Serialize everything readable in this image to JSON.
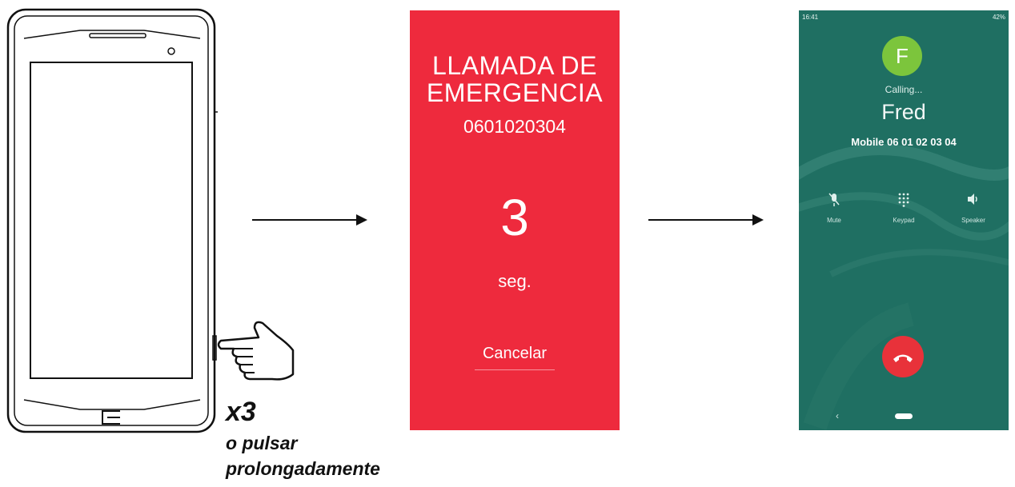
{
  "instruction": {
    "count": "x3",
    "line1": "o pulsar",
    "line2": "prolongadamente"
  },
  "emergency_screen": {
    "title_line1": "LLAMADA DE",
    "title_line2": "EMERGENCIA",
    "number": "0601020304",
    "countdown": "3",
    "countdown_unit": "seg.",
    "cancel": "Cancelar",
    "color": "#ee2a3d"
  },
  "call_screen": {
    "status_time": "16:41",
    "status_battery": "42%",
    "avatar_letter": "F",
    "status": "Calling...",
    "contact_name": "Fred",
    "contact_detail": "Mobile 06 01 02 03 04",
    "controls": [
      {
        "icon": "mic-off-icon",
        "label": "Mute"
      },
      {
        "icon": "keypad-icon",
        "label": "Keypad"
      },
      {
        "icon": "speaker-icon",
        "label": "Speaker"
      }
    ],
    "background_color": "#1f6f62",
    "avatar_color": "#7cc53c",
    "end_call_color": "#e8323a"
  }
}
